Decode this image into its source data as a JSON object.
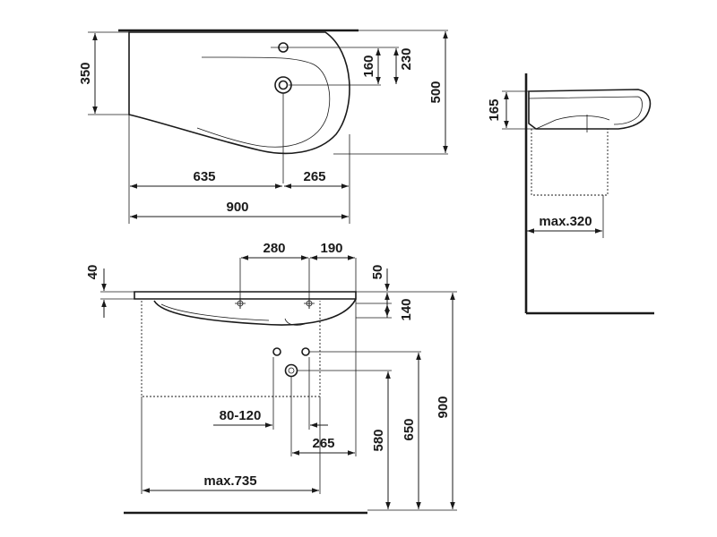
{
  "top_view": {
    "dims": {
      "d350": "350",
      "d160": "160",
      "d230": "230",
      "d500": "500",
      "d635": "635",
      "d265": "265",
      "d900": "900"
    }
  },
  "side_view": {
    "dims": {
      "d165": "165",
      "max320": "max.320"
    }
  },
  "front_view": {
    "dims": {
      "d40": "40",
      "d280": "280",
      "d190": "190",
      "d50": "50",
      "d140": "140",
      "d80_120": "80-120",
      "d265": "265",
      "d580": "580",
      "d650": "650",
      "d900": "900",
      "max735": "max.735"
    }
  }
}
